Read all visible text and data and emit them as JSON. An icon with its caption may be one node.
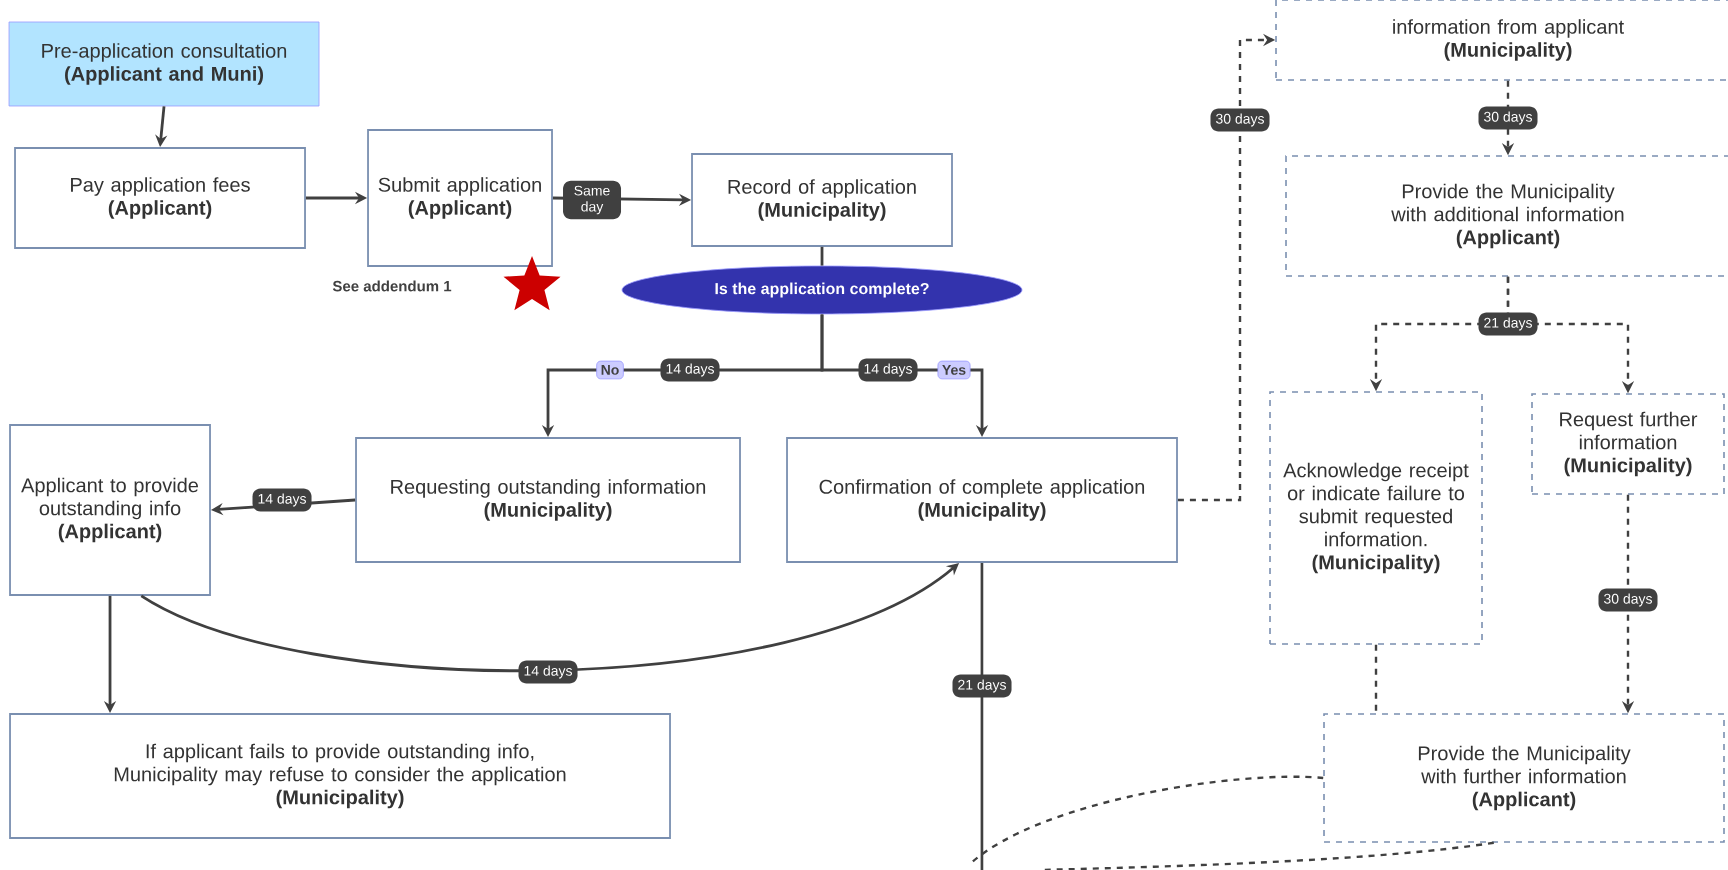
{
  "diagram": {
    "nodes": [
      {
        "text": [
          "Pre-application consultation",
          "(Applicant and Muni)"
        ]
      },
      {
        "text": [
          "Pay application fees",
          "(Applicant)"
        ]
      },
      {
        "text": [
          "Submit application",
          "(Applicant)"
        ],
        "beside": [
          "See addendum 1"
        ]
      },
      {
        "text": [
          "Record of application",
          "(Municipality)"
        ]
      },
      {
        "text": [
          "Is the application complete?"
        ]
      },
      {
        "text": [
          "Applicant to provide outstanding info",
          "(Applicant)"
        ]
      },
      {
        "text": [
          "Requesting outstanding information",
          "(Municipality)"
        ]
      },
      {
        "text": [
          "Confirmation of complete application",
          "(Municipality)"
        ]
      },
      {
        "text": [
          "If applicant fails to provide outstanding info, Municipality may refuse to consider the application",
          "(Municipality)"
        ]
      },
      {
        "text": [
          "information from applicant",
          "(Municipality)"
        ]
      },
      {
        "text": [
          "Provide the Municipality with additional information",
          "(Applicant)"
        ]
      },
      {
        "text": [
          "Acknowledge receipt or indicate failure to submit requested information.",
          "(Municipality)"
        ]
      },
      {
        "text": [
          "Request further information",
          "(Municipality)"
        ]
      },
      {
        "text": [
          "Provide the Municipality with further information",
          "(Applicant)"
        ]
      }
    ],
    "edges": [
      {
        "from": 0,
        "to": 1,
        "arrow": "to"
      },
      {
        "from": 1,
        "to": 2,
        "arrow": "to"
      },
      {
        "from": 2,
        "to": 3,
        "arrow": "to",
        "label": "Same day"
      },
      {
        "from": 3,
        "to": 4,
        "arrow": "none"
      },
      {
        "from": 4,
        "to": 6,
        "arrow": "to",
        "label": "14 days"
      },
      {
        "from": 4,
        "to": 7,
        "arrow": "to",
        "label": "14 days"
      },
      {
        "from": 6,
        "to": 5,
        "arrow": "to",
        "label": "14 days"
      },
      {
        "from": 5,
        "to": 8,
        "arrow": "to"
      },
      {
        "from": 5,
        "to": 7,
        "arrow": "to",
        "label": "14 days"
      },
      {
        "from": 7,
        "to": null,
        "arrow": "none",
        "label": "21 days"
      },
      {
        "from": 7,
        "to": 9,
        "arrow": "to",
        "label": "30 days",
        "style": "dashed"
      },
      {
        "from": 9,
        "to": 10,
        "arrow": "to",
        "label": "30 days",
        "style": "dashed"
      },
      {
        "from": 10,
        "to": 11,
        "arrow": "to",
        "label": "21 days",
        "style": "dashed"
      },
      {
        "from": 10,
        "to": 12,
        "arrow": "to",
        "style": "dashed"
      },
      {
        "from": 12,
        "to": 13,
        "arrow": "to",
        "label": "30 days",
        "style": "dashed"
      },
      {
        "from": 11,
        "to": 13,
        "arrow": "none",
        "style": "dashed"
      },
      {
        "from": 13,
        "to": null,
        "arrow": "none",
        "style": "dashed"
      },
      {
        "from": 13,
        "to": null,
        "arrow": "none",
        "style": "dashed"
      }
    ],
    "labels": [
      "No",
      "Yes"
    ]
  }
}
